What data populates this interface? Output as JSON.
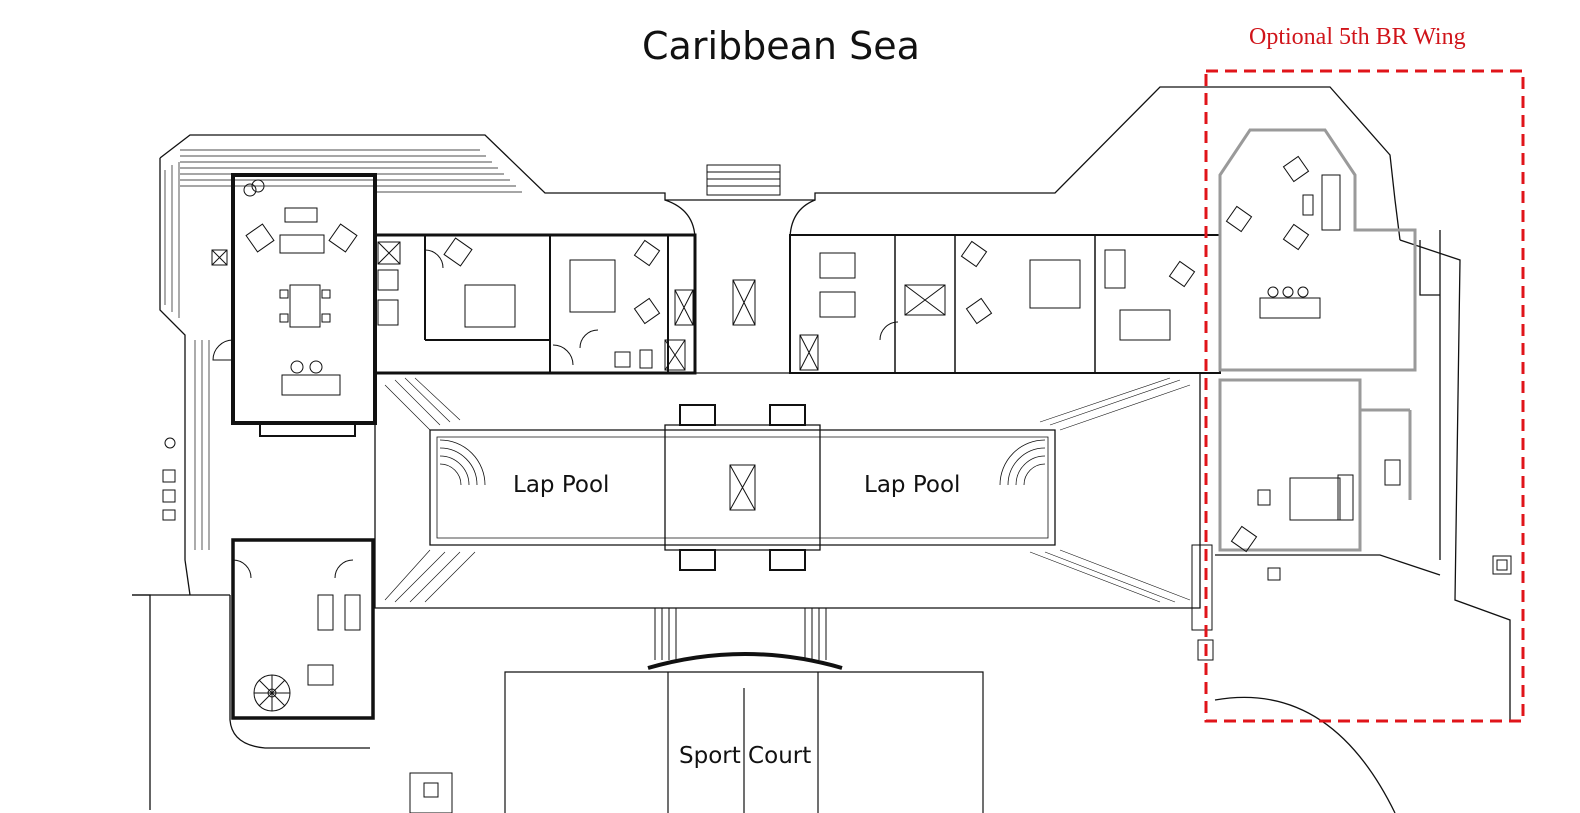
{
  "title": "Caribbean Sea",
  "optional_wing_label": "Optional 5th BR Wing",
  "pools": [
    {
      "label": "Lap Pool"
    },
    {
      "label": "Lap Pool"
    }
  ],
  "sport_court_label": "Sport Court",
  "colors": {
    "line": "#111111",
    "wall": "#111111",
    "optional_boundary": "#e0141a",
    "optional_text": "#d0141a",
    "gray_wall": "#9a9a9a"
  }
}
